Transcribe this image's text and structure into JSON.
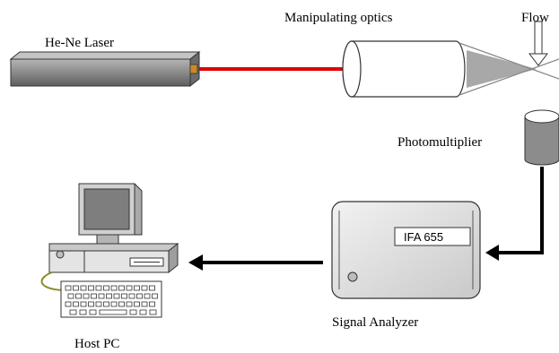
{
  "labels": {
    "laser": "He-Ne Laser",
    "optics": "Manipulating optics",
    "flow": "Flow",
    "photomultiplier": "Photomultiplier",
    "analyzer": "Signal Analyzer",
    "analyzer_display": "IFA 655",
    "host_pc": "Host PC"
  },
  "colors": {
    "laser_beam": "#e00000",
    "device_gray": "#8c8c8c",
    "signal_line": "#000000",
    "cable": "#8a8a2a"
  }
}
